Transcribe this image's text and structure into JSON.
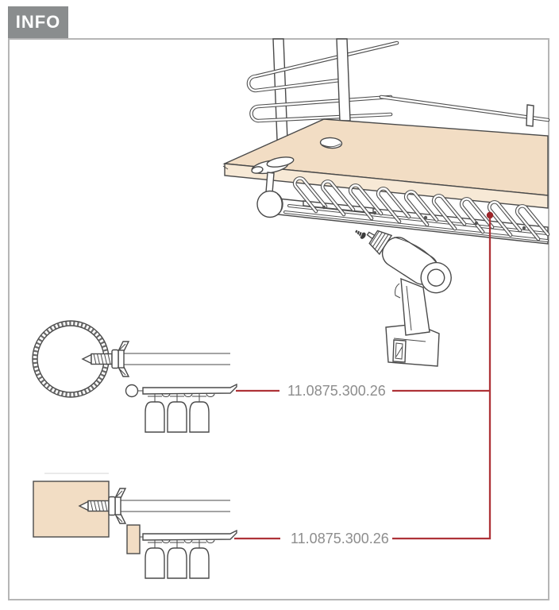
{
  "info_label": "INFO",
  "callouts": [
    {
      "part_number": "11.0875.300.26"
    },
    {
      "part_number": "11.0875.300.26"
    }
  ],
  "colors": {
    "accent_red": "#ae3338",
    "leader_dot_red": "#9c2428",
    "info_tab_gray": "#8a8d8e",
    "part_number_gray": "#8d8d8d",
    "wood_beige": "#f2ddc4",
    "frame_border_gray": "#b6b6b6",
    "line_art_gray": "#4a4a4a"
  }
}
